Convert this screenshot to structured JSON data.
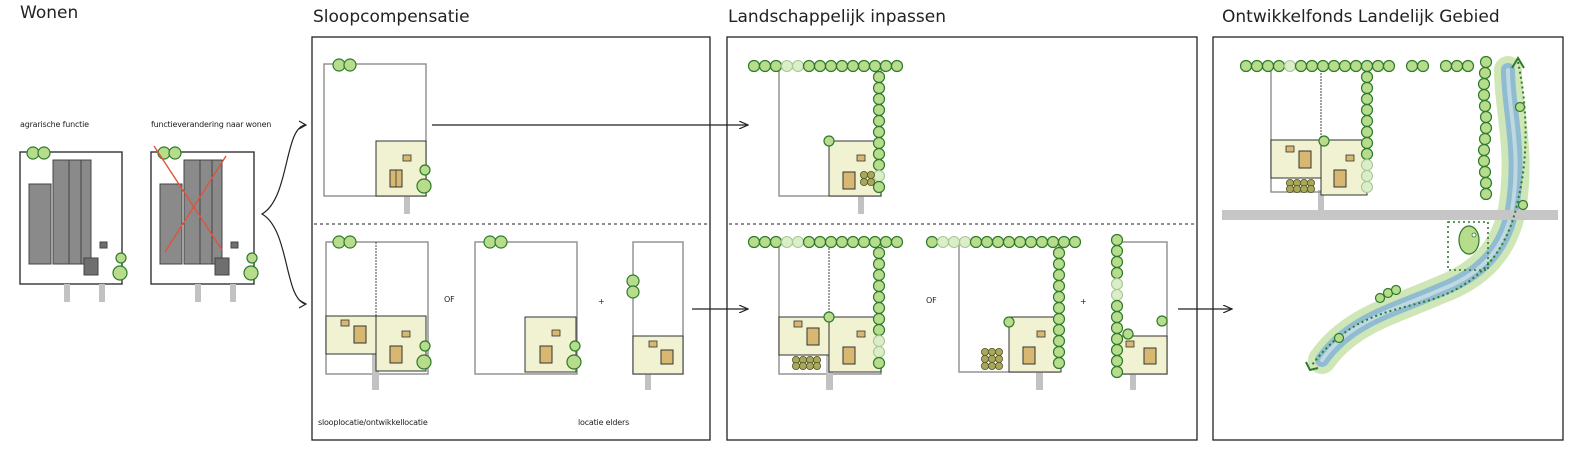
{
  "headings": {
    "wonen": "Wonen",
    "sloopcompensatie": "Sloopcompensatie",
    "landschappelijk": "Landschappelijk inpassen",
    "ontwikkelfonds": "Ontwikkelfonds Landelijk Gebied"
  },
  "labels": {
    "agrarische_functie": "agrarische functie",
    "functieverandering": "functieverandering naar wonen",
    "of_1": "OF",
    "plus_1": "+",
    "of_2": "OF",
    "plus_2": "+",
    "slooplocatie": "slooplocatie/ontwikkellocatie",
    "locatie_elders": "locatie elders"
  },
  "colors": {
    "tree_fill": "#b6dc8c",
    "tree_stroke": "#2e7a2a",
    "house_fill": "#f0f2d2",
    "water": "#8fbcd0",
    "cross": "#e0533a"
  }
}
